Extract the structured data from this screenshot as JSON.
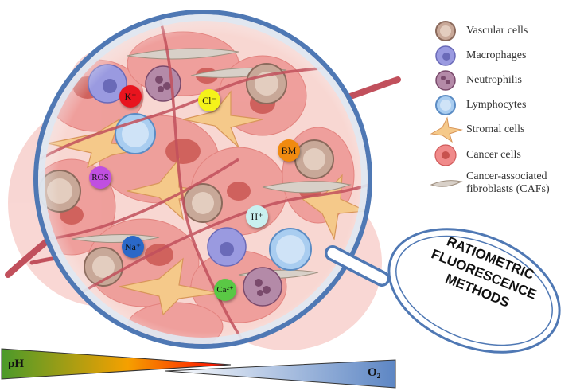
{
  "legend": [
    {
      "id": "vascular",
      "label": "Vascular cells",
      "fill": "#c8a898",
      "stroke": "#8b6a5c"
    },
    {
      "id": "macrophages",
      "label": "Macrophages",
      "fill": "#9a9ae0",
      "stroke": "#6a6ab8"
    },
    {
      "id": "neutrophils",
      "label": "Neutrophilis",
      "fill": "#b48aa8",
      "stroke": "#7a4a6c"
    },
    {
      "id": "lymphocytes",
      "label": "Lymphocytes",
      "fill": "#a9cdf0",
      "stroke": "#5b8cc4"
    },
    {
      "id": "stromal",
      "label": "Stromal cells",
      "fill": "#f5c98a",
      "stroke": "#d8965a"
    },
    {
      "id": "cancer",
      "label": "Cancer cells",
      "fill": "#f08a8a",
      "stroke": "#d05a5a"
    },
    {
      "id": "caf",
      "label": "Cancer-associated fibroblasts (CAFs)",
      "label_line1": "Cancer-associated",
      "label_line2": "fibroblasts (CAFs)",
      "fill": "#d8d0c8",
      "stroke": "#a09080"
    }
  ],
  "ions": [
    {
      "id": "k",
      "label": "K⁺",
      "color": "#e8141e"
    },
    {
      "id": "cl",
      "label": "Cl⁻",
      "color": "#f5f21a"
    },
    {
      "id": "bm",
      "label": "BM",
      "color": "#f08a10"
    },
    {
      "id": "ros",
      "label": "ROS",
      "color": "#c04fe0"
    },
    {
      "id": "h",
      "label": "H⁺",
      "color": "#c9f0f0"
    },
    {
      "id": "na",
      "label": "Na⁺",
      "color": "#2a68c8"
    },
    {
      "id": "ca",
      "label": "Ca²⁺",
      "color": "#5ac845"
    }
  ],
  "callout": {
    "line1": "RATIOMETRIC",
    "line2": "FLUORESCENCE",
    "line3": "METHODS"
  },
  "gradients": {
    "ph_label": "pH",
    "o2_label": "O₂",
    "ph_colors": [
      "#4a9a2a",
      "#f5a000",
      "#ff0000"
    ],
    "o2_colors": [
      "#ffffff",
      "#5d86c4"
    ]
  }
}
